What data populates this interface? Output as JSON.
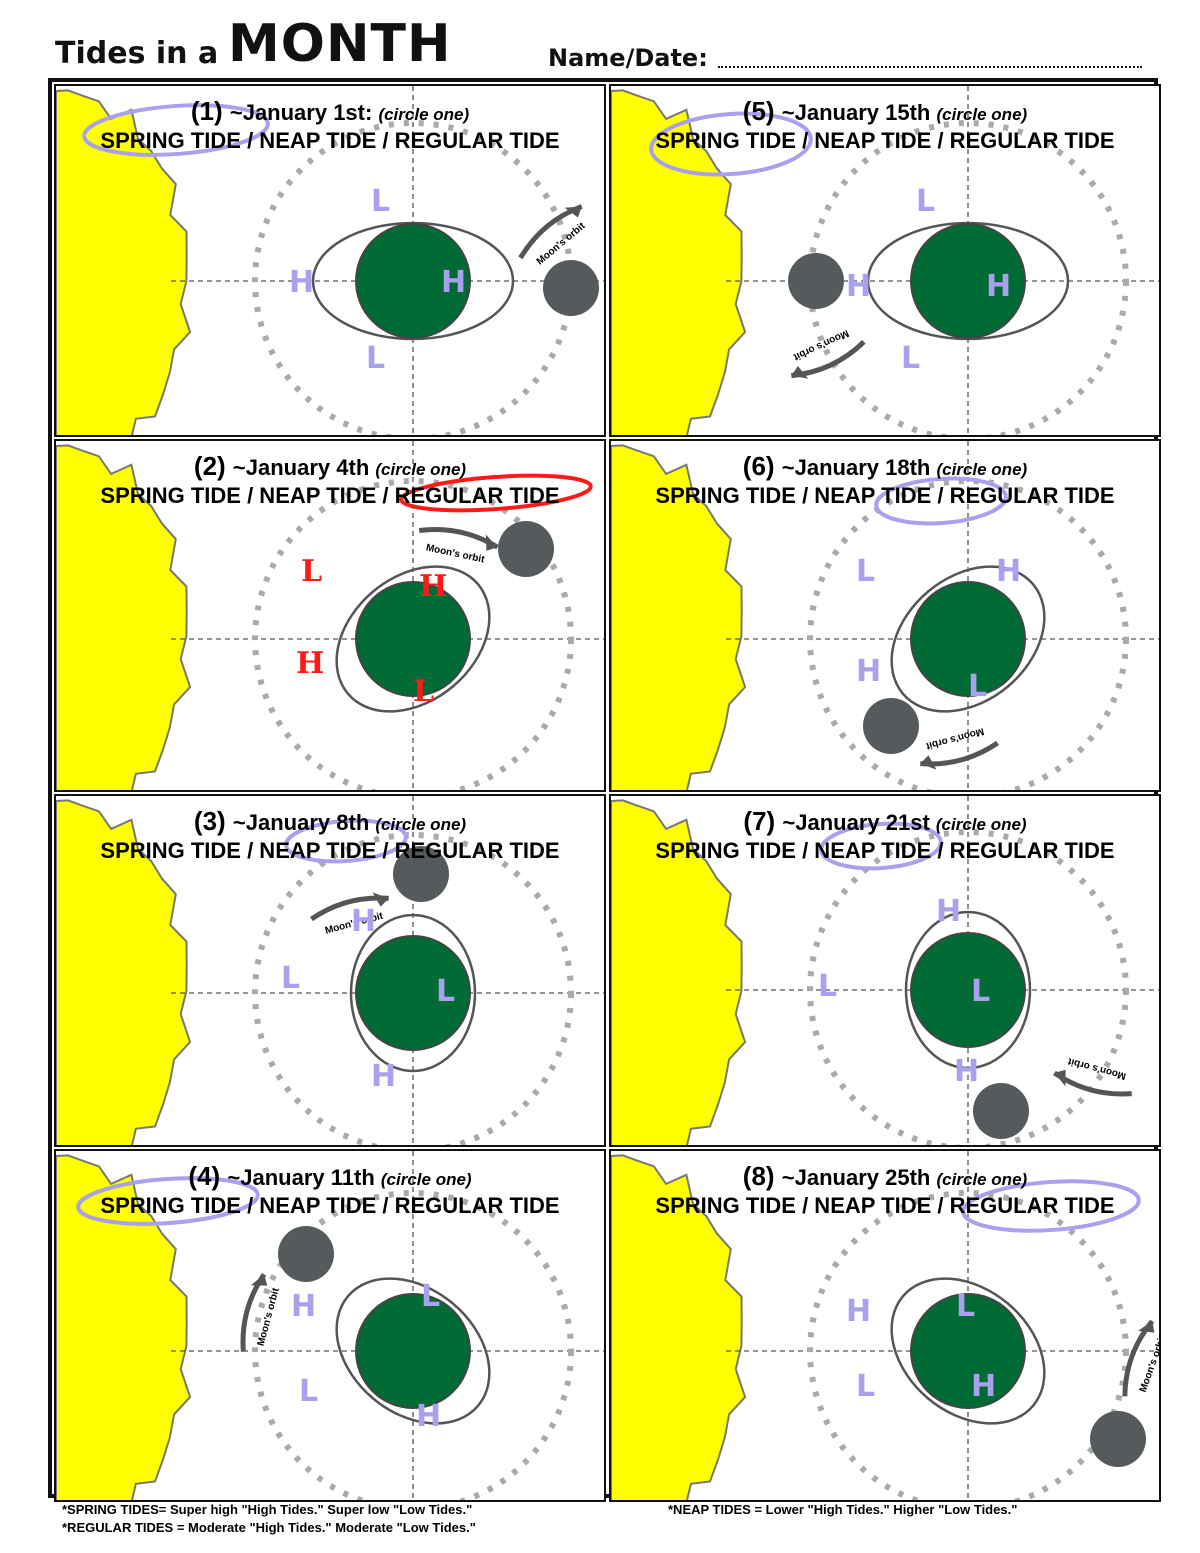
{
  "header": {
    "title_part1": "Tides in a",
    "title_part2": "MONTH",
    "name_label": "Name/Date:"
  },
  "tide_options": "SPRING TIDE / NEAP TIDE / REGULAR TIDE",
  "circle_one": "(circle one)",
  "moon_orbit_label": "Moon's orbit",
  "colors": {
    "sun": "#ffff00",
    "earth": "#006b35",
    "moon": "#555b5c",
    "marker_blue": "#a9a0ee",
    "marker_red": "#ff1a1a"
  },
  "panels": [
    {
      "number": "(1)",
      "date": "~January 1st:",
      "circled": "SPRING TIDE",
      "high_label": "H",
      "low_label": "L"
    },
    {
      "number": "(2)",
      "date": "~January 4th",
      "circled": "REGULAR TIDE",
      "high_label": "H",
      "low_label": "L"
    },
    {
      "number": "(3)",
      "date": "~January 8th",
      "circled": "NEAP TIDE",
      "high_label": "H",
      "low_label": "L"
    },
    {
      "number": "(4)",
      "date": "~January 11th",
      "circled": "SPRING TIDE",
      "high_label": "H",
      "low_label": "L"
    },
    {
      "number": "(5)",
      "date": "~January 15th",
      "circled": "SPRING TIDE",
      "high_label": "H",
      "low_label": "L"
    },
    {
      "number": "(6)",
      "date": "~January 18th",
      "circled": "NEAP TIDE",
      "high_label": "H",
      "low_label": "L"
    },
    {
      "number": "(7)",
      "date": "~January 21st",
      "circled": "NEAP TIDE",
      "high_label": "H",
      "low_label": "L"
    },
    {
      "number": "(8)",
      "date": "~January 25th",
      "circled": "REGULAR TIDE",
      "high_label": "H",
      "low_label": "L"
    }
  ],
  "footer": {
    "spring": "*SPRING TIDES= Super high \"High Tides.\"  Super low \"Low Tides.\"",
    "regular": "*REGULAR TIDES = Moderate \"High Tides.\"  Moderate \"Low Tides.\"",
    "neap": "*NEAP TIDES = Lower \"High Tides.\"  Higher \"Low Tides.\""
  }
}
